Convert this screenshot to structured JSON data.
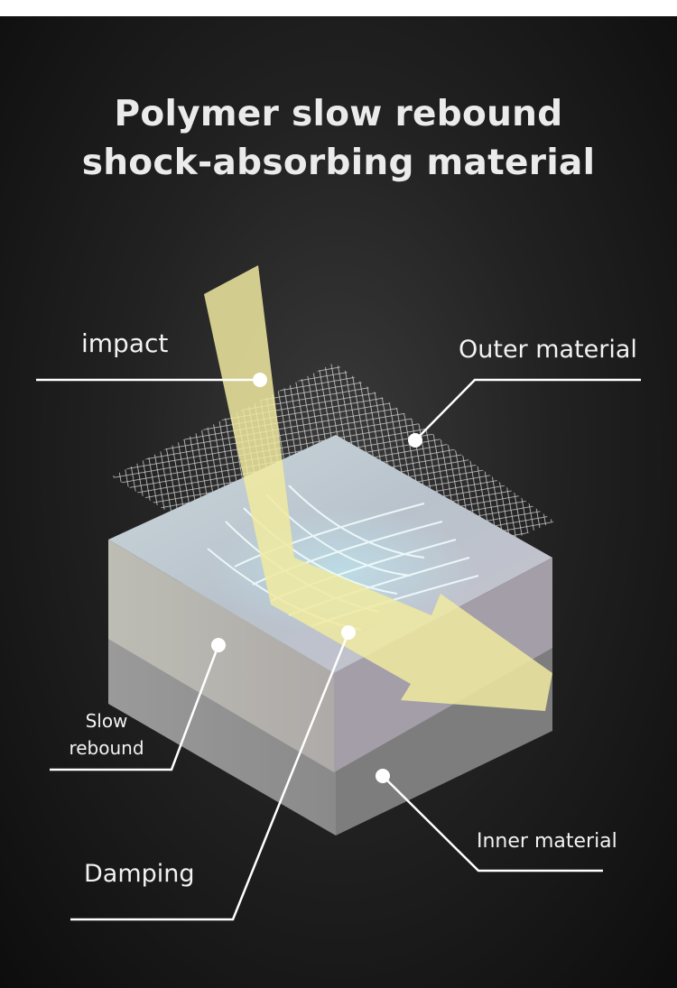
{
  "title": {
    "line1": "Polymer slow rebound",
    "line2": "shock-absorbing material"
  },
  "labels": {
    "impact": "impact",
    "outer_material": "Outer material",
    "slow_rebound_line1": "Slow",
    "slow_rebound_line2": "rebound",
    "damping": "Damping",
    "inner_material": "Inner material"
  },
  "colors": {
    "background": "#1c1c1c",
    "arrow": "#f0eaa0",
    "mesh": "#e6e6e6",
    "top_layer": "#cdc6cf",
    "inner_layer": "#9b9b9b",
    "callout_line": "#ffffff"
  }
}
